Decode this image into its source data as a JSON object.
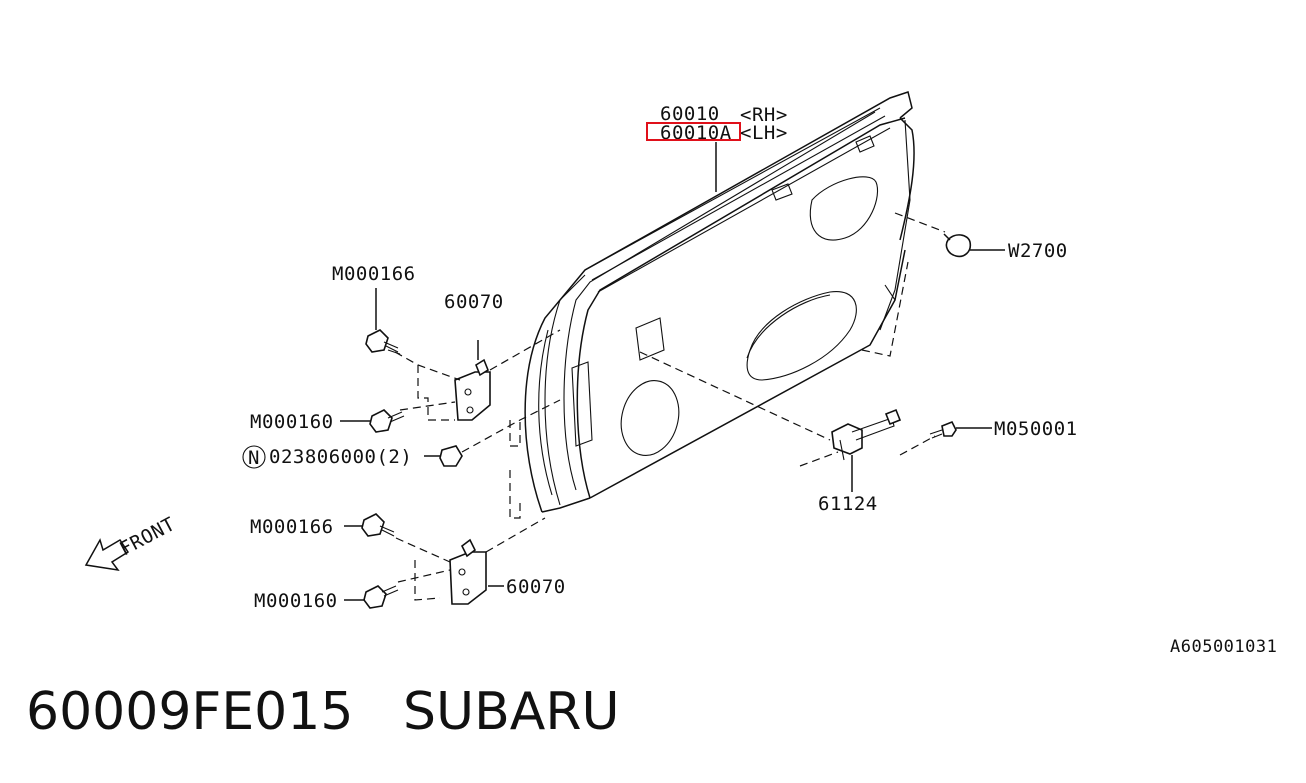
{
  "caption": {
    "part_number": "60009FE015",
    "brand": "SUBARU"
  },
  "diagram": {
    "door_rh": "60010",
    "door_rh_side": "<RH>",
    "door_lh": "60010A",
    "door_lh_side": "<LH>",
    "weatherstrip": "W2700",
    "bolt_upper_1": "M000166",
    "hinge_upper": "60070",
    "bolt_upper_2": "M000160",
    "nut_symbol": "N",
    "nut": "023806000(2)",
    "bolt_lower_1": "M000166",
    "bolt_lower_2": "M000160",
    "hinge_lower": "60070",
    "checker_bolt": "M050001",
    "checker": "61124",
    "front": "FRONT",
    "figure_id": "A605001031",
    "highlight_color": "#e0101a"
  }
}
